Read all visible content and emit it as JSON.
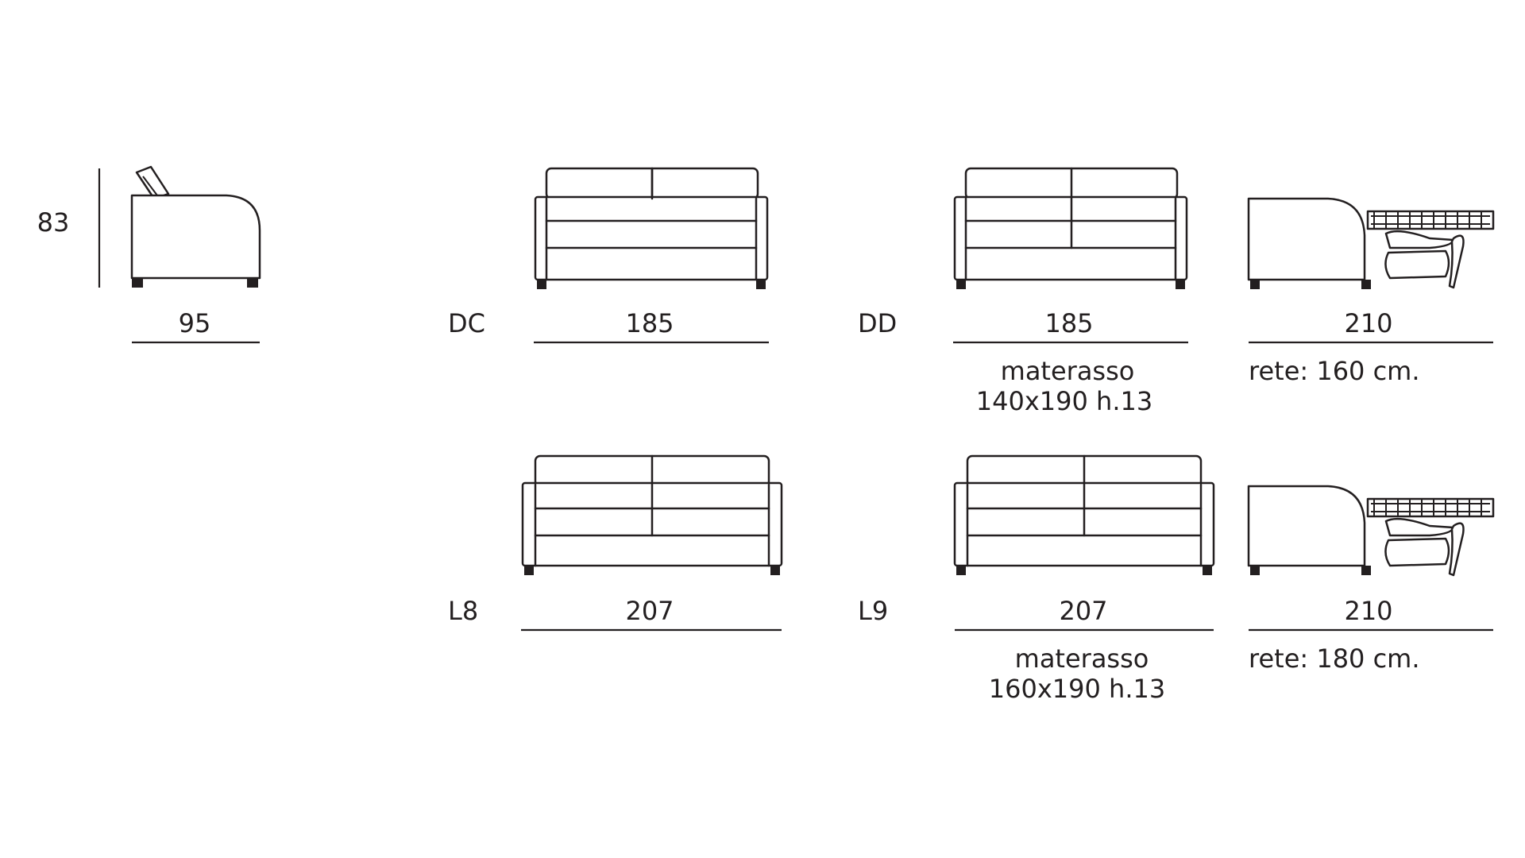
{
  "armchair": {
    "height": "83",
    "depth": "95"
  },
  "models": [
    {
      "code": "DC",
      "width": "185"
    },
    {
      "code": "DD",
      "width": "185",
      "mattress_label": "materasso",
      "mattress_size": "140x190 h.13",
      "open_length": "210",
      "net_label": "rete: 160 cm."
    },
    {
      "code": "L8",
      "width": "207"
    },
    {
      "code": "L9",
      "width": "207",
      "mattress_label": "materasso",
      "mattress_size": "160x190 h.13",
      "open_length": "210",
      "net_label": "rete: 180 cm."
    }
  ]
}
